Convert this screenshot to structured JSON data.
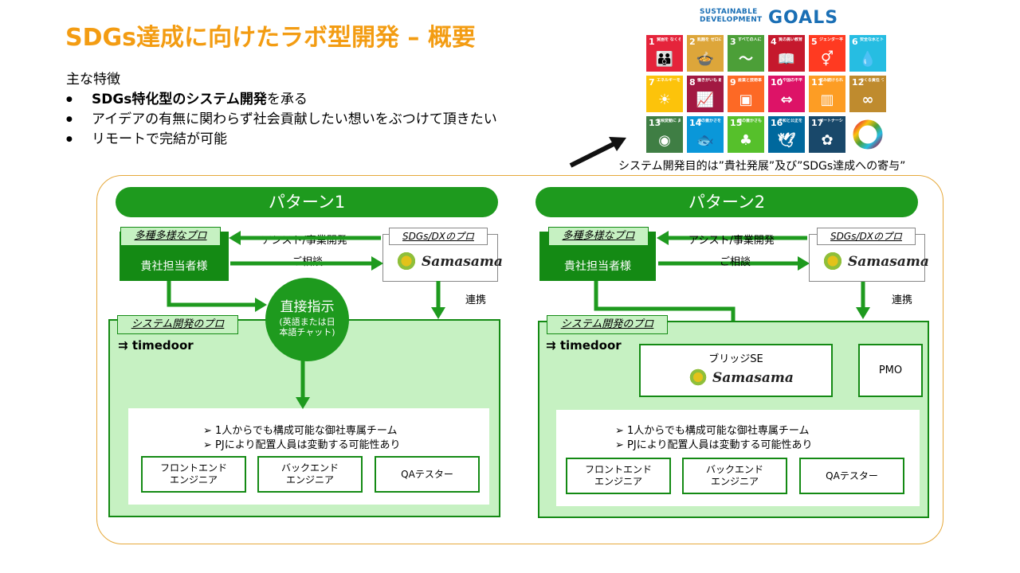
{
  "title": "SDGs達成に向けたラボ型開発 – 概要",
  "features": {
    "heading": "主な特徴",
    "items": [
      {
        "bold": "SDGs特化型のシステム開発",
        "rest": "を承る"
      },
      {
        "bold": "",
        "rest": "アイデアの有無に関わらず社会貢献したい想いをぶつけて頂きたい"
      },
      {
        "bold": "",
        "rest": "リモートで完結が可能"
      }
    ]
  },
  "sdg": {
    "logo_line1": "SUSTAINABLE",
    "logo_line2": "DEVELOPMENT",
    "logo_goals": "GOALS",
    "caption": "システム開発目的は”貴社発展”及び”SDGs達成への寄与”",
    "tiles": [
      {
        "n": "1",
        "text": "貧困を なくそう",
        "glyph": "👪",
        "color": "#e5243b"
      },
      {
        "n": "2",
        "text": "飢餓を ゼロに",
        "glyph": "🍲",
        "color": "#dda63a"
      },
      {
        "n": "3",
        "text": "すべての人に 健康と福祉を",
        "glyph": "〜",
        "color": "#4c9f38"
      },
      {
        "n": "4",
        "text": "質の高い教育を みんなに",
        "glyph": "📖",
        "color": "#c5192d"
      },
      {
        "n": "5",
        "text": "ジェンダー平等を 実現しよう",
        "glyph": "⚥",
        "color": "#ff3a21"
      },
      {
        "n": "6",
        "text": "安全な水とトイレ を世界中に",
        "glyph": "💧",
        "color": "#26bde2"
      },
      {
        "n": "7",
        "text": "エネルギーをみんなに そしてクリーンに",
        "glyph": "☀",
        "color": "#fcc30b"
      },
      {
        "n": "8",
        "text": "働きがいも 経済成長も",
        "glyph": "📈",
        "color": "#a21942"
      },
      {
        "n": "9",
        "text": "産業と技術革新の 基盤をつくろう",
        "glyph": "▣",
        "color": "#fd6925"
      },
      {
        "n": "10",
        "text": "人や国の不平等 をなくそう",
        "glyph": "⇔",
        "color": "#dd1367"
      },
      {
        "n": "11",
        "text": "住み続けられる まちづくりを",
        "glyph": "▥",
        "color": "#fd9d24"
      },
      {
        "n": "12",
        "text": "つくる責任 つかう責任",
        "glyph": "∞",
        "color": "#bf8b2e"
      },
      {
        "n": "13",
        "text": "気候変動に 具体的な対策を",
        "glyph": "◉",
        "color": "#3f7e44"
      },
      {
        "n": "14",
        "text": "海の豊かさを 守ろう",
        "glyph": "🐟",
        "color": "#0a97d9"
      },
      {
        "n": "15",
        "text": "陸の豊かさも 守ろう",
        "glyph": "♣",
        "color": "#56c02b"
      },
      {
        "n": "16",
        "text": "平和と公正を すべての人に",
        "glyph": "🕊",
        "color": "#00689d"
      },
      {
        "n": "17",
        "text": "パートナーシップで 目標を達成しよう",
        "glyph": "✿",
        "color": "#19486a"
      }
    ]
  },
  "pattern1": {
    "header": "パターン1",
    "client_tag": "多種多様なプロ",
    "client_name": "貴社担当者様",
    "assist": "アシスト/事業開発",
    "consult": "ご相談",
    "pro_tag": "SDGs/DXのプロ",
    "samasama": "Samasama",
    "link": "連携",
    "dev_tag": "システム開発のプロ",
    "timedoor": "timedoor",
    "direct_title": "直接指示",
    "direct_sub": "(英語または日本語チャット)",
    "bullets": [
      "1人からでも構成可能な御社専属チーム",
      "PJにより配置人員は変動する可能性あり"
    ],
    "roles": [
      "フロントエンド\nエンジニア",
      "バックエンド\nエンジニア",
      "QAテスター"
    ]
  },
  "pattern2": {
    "header": "パターン2",
    "client_tag": "多種多様なプロ",
    "client_name": "貴社担当者様",
    "assist": "アシスト/事業開発",
    "consult": "ご相談",
    "pro_tag": "SDGs/DXのプロ",
    "samasama": "Samasama",
    "link": "連携",
    "dev_tag": "システム開発のプロ",
    "timedoor": "timedoor",
    "bridge": "ブリッジSE",
    "pmo": "PMO",
    "bullets": [
      "1人からでも構成可能な御社専属チーム",
      "PJにより配置人員は変動する可能性あり"
    ],
    "roles": [
      "フロントエンド\nエンジニア",
      "バックエンド\nエンジニア",
      "QAテスター"
    ]
  },
  "colors": {
    "accent": "#f39c12",
    "green": "#1e9a1e",
    "dark_green": "#148a14",
    "light_green": "#c6f1c2",
    "frame": "#e6a93c"
  }
}
